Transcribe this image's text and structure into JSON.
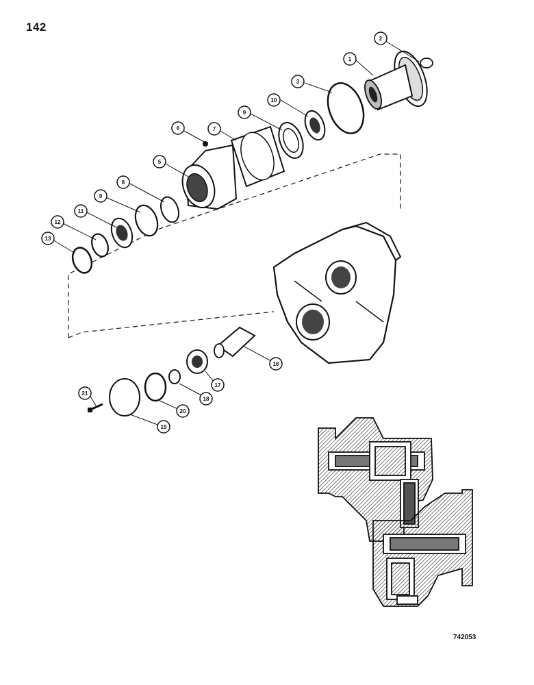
{
  "page_number": "142",
  "figure_number": "742053",
  "callouts": [
    {
      "id": "c1",
      "label": "1"
    },
    {
      "id": "c2",
      "label": "2"
    },
    {
      "id": "c3",
      "label": "3"
    },
    {
      "id": "c10a",
      "label": "10"
    },
    {
      "id": "c9a",
      "label": "9"
    },
    {
      "id": "c7",
      "label": "7"
    },
    {
      "id": "c6",
      "label": "6"
    },
    {
      "id": "c5",
      "label": "5"
    },
    {
      "id": "c8a",
      "label": "8"
    },
    {
      "id": "c9b",
      "label": "9"
    },
    {
      "id": "c11",
      "label": "11"
    },
    {
      "id": "c12",
      "label": "12"
    },
    {
      "id": "c13",
      "label": "13"
    },
    {
      "id": "c16",
      "label": "16"
    },
    {
      "id": "c17",
      "label": "17"
    },
    {
      "id": "c18",
      "label": "18"
    },
    {
      "id": "c20",
      "label": "20"
    },
    {
      "id": "c19",
      "label": "19"
    },
    {
      "id": "c21",
      "label": "21"
    }
  ]
}
